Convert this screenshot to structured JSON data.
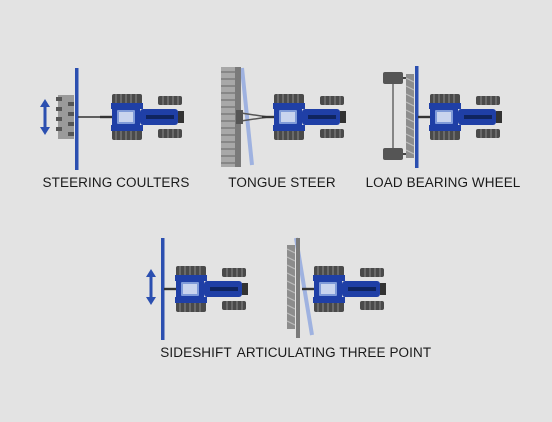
{
  "diagram": {
    "colors": {
      "background": "#e3e3e3",
      "tractor_blue": "#1f3fa6",
      "tractor_dark": "#0f245f",
      "tire": "#4a4a4a",
      "tire_tread": "#8a8a8a",
      "implement_bar": "#2b4fb0",
      "shadow_blue": "#9fb2e0",
      "arrow": "#2b4fb0"
    },
    "panels": [
      {
        "id": "steering-coulters",
        "label": "STEERING COULTERS",
        "implement": "coulters",
        "arrow": true
      },
      {
        "id": "tongue-steer",
        "label": "TONGUE STEER",
        "implement": "towed-tongue",
        "arrow": false
      },
      {
        "id": "load-bearing-wheel",
        "label": "LOAD BEARING WHEEL",
        "implement": "wheel-bar",
        "arrow": false
      },
      {
        "id": "sideshift",
        "label": "SIDESHIFT",
        "implement": "sideshift",
        "arrow": true
      },
      {
        "id": "articulating-three-point",
        "label": "ARTICULATING THREE POINT",
        "implement": "articulating",
        "arrow": false
      }
    ]
  }
}
